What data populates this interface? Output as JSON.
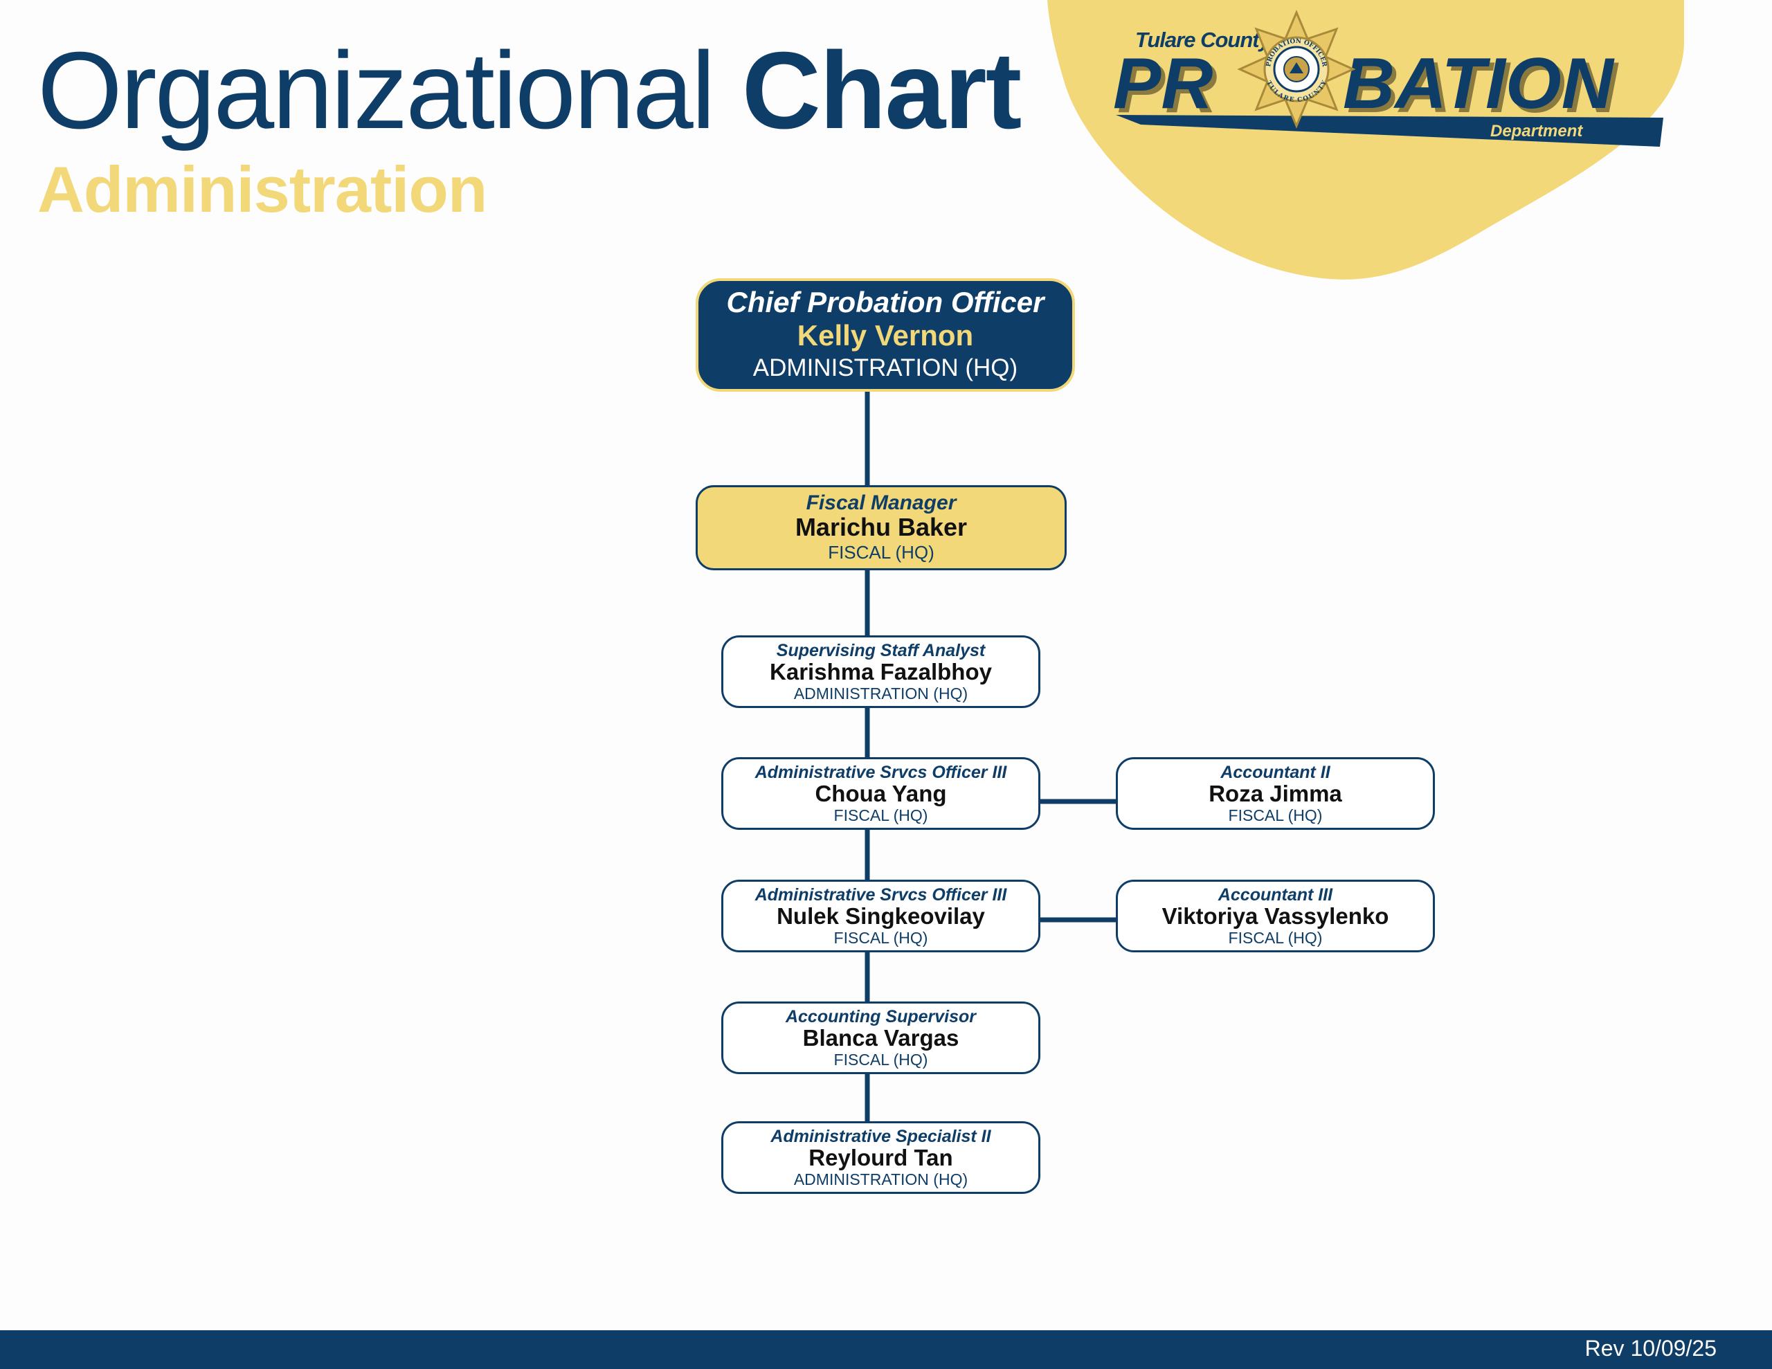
{
  "header": {
    "title_light": "Organizational",
    "title_bold": "Chart",
    "subtitle": "Administration"
  },
  "logo": {
    "line1": "Tulare County",
    "word_left": "PR",
    "word_right": "BATION",
    "line3": "Department",
    "badge_text_top": "PROBATION OFFICER",
    "badge_text_bottom": "TULARE COUNTY",
    "icon": "star-badge-icon"
  },
  "colors": {
    "navy": "#0e3d67",
    "gold": "#f2d878",
    "white": "#ffffff"
  },
  "org": {
    "chief": {
      "role": "Chief Probation Officer",
      "name": "Kelly Vernon",
      "dept": "ADMINISTRATION (HQ)"
    },
    "fiscal_manager": {
      "role": "Fiscal Manager",
      "name": "Marichu Baker",
      "dept": "FISCAL (HQ)"
    },
    "staff_analyst": {
      "role": "Supervising Staff Analyst",
      "name": "Karishma Fazalbhoy",
      "dept": "ADMINISTRATION (HQ)"
    },
    "aso_1": {
      "role": "Administrative Srvcs Officer III",
      "name": "Choua Yang",
      "dept": "FISCAL (HQ)"
    },
    "accountant_2": {
      "role": "Accountant II",
      "name": "Roza Jimma",
      "dept": "FISCAL (HQ)"
    },
    "aso_2": {
      "role": "Administrative Srvcs Officer III",
      "name": "Nulek Singkeovilay",
      "dept": "FISCAL (HQ)"
    },
    "accountant_3": {
      "role": "Accountant III",
      "name": "Viktoriya Vassylenko",
      "dept": "FISCAL (HQ)"
    },
    "acct_supervisor": {
      "role": "Accounting Supervisor",
      "name": "Blanca Vargas",
      "dept": "FISCAL (HQ)"
    },
    "admin_specialist": {
      "role": "Administrative Specialist II",
      "name": "Reylourd Tan",
      "dept": "ADMINISTRATION (HQ)"
    }
  },
  "footer": {
    "revision": "Rev 10/09/25"
  }
}
